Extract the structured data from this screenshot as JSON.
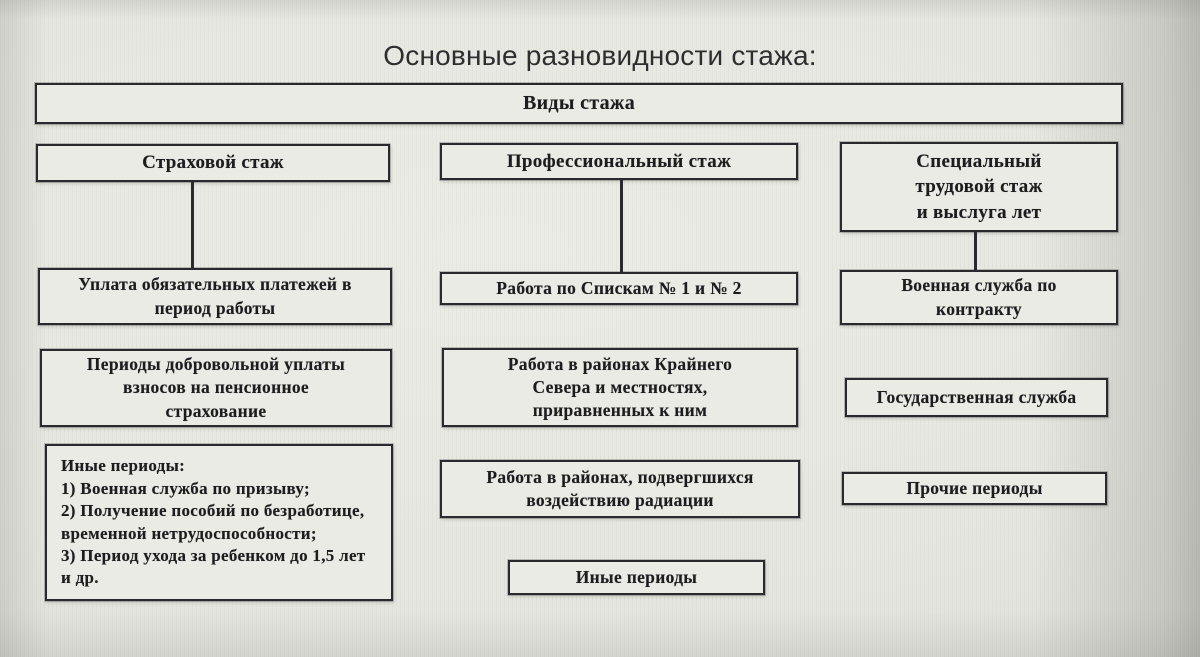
{
  "page": {
    "title": "Основные разновидности стажа:"
  },
  "colors": {
    "background": "#e6e6e0",
    "box_fill": "#ebebe5",
    "box_border": "#2a2a2e",
    "text": "#1d1d20"
  },
  "diagram": {
    "root": {
      "label": "Виды стажа"
    },
    "columns": [
      {
        "header": "Страховой стаж",
        "boxes": [
          {
            "text": "Уплата обязательных платежей в\nпериод работы"
          },
          {
            "text": "Периоды добровольной уплаты\nвзносов на пенсионное\nстрахование"
          },
          {
            "lines": [
              "Иные периоды:",
              "1) Военная служба по призыву;",
              "2) Получение пособий по безработице, временной нетрудоспособности;",
              "3) Период ухода за ребенком до 1,5 лет и др."
            ]
          }
        ]
      },
      {
        "header": "Профессиональный стаж",
        "boxes": [
          {
            "text": "Работа по Спискам № 1 и № 2"
          },
          {
            "text": "Работа в районах Крайнего\nСевера и местностях,\nприравненных к ним"
          },
          {
            "text": "Работа в районах, подвергшихся\nвоздействию радиации"
          },
          {
            "text": "Иные периоды"
          }
        ]
      },
      {
        "header": "Специальный\nтрудовой стаж\nи выслуга лет",
        "boxes": [
          {
            "text": "Военная служба по\nконтракту"
          },
          {
            "text": "Государственная служба"
          },
          {
            "text": "Прочие периоды"
          }
        ]
      }
    ]
  }
}
